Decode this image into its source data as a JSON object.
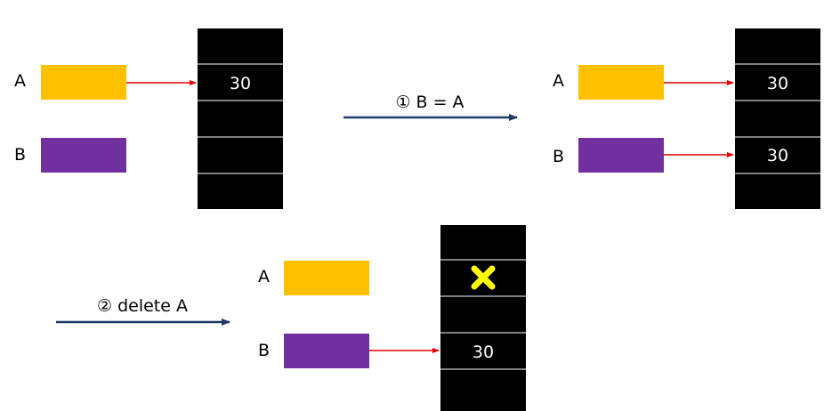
{
  "colors": {
    "var_a": "#FFC000",
    "var_b": "#7030A0",
    "memory_cell": "#000000",
    "cell_divider": "#ffffff",
    "pointer_arrow": "#E00000",
    "step_arrow": "#1F3864",
    "deleted_mark": "#FFFF00"
  },
  "panel_initial": {
    "var_a": "A",
    "var_b": "B",
    "cell_value": "30"
  },
  "step_1": {
    "label": "① B = A"
  },
  "panel_after_assign": {
    "var_a": "A",
    "var_b": "B",
    "cell_value_a": "30",
    "cell_value_b": "30"
  },
  "step_2": {
    "label": "② delete A"
  },
  "panel_after_delete": {
    "var_a": "A",
    "var_b": "B",
    "cell_value_b": "30",
    "deleted_icon": "x-mark-icon"
  }
}
